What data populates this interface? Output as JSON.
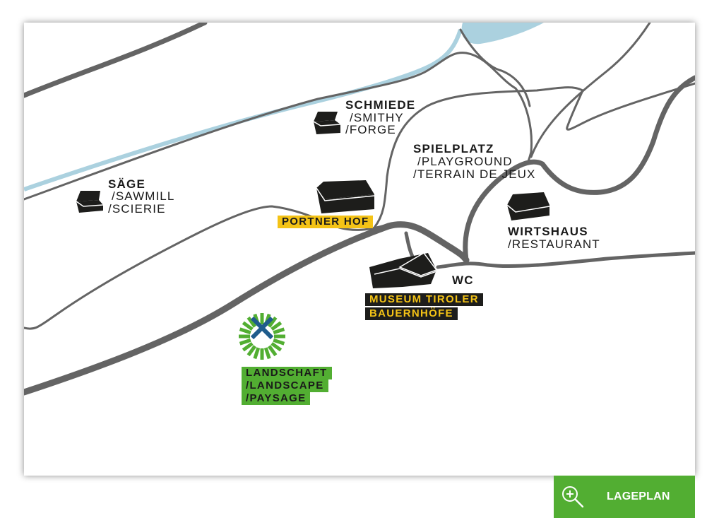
{
  "places": {
    "smithy": {
      "title": "SCHMIEDE",
      "en": "/SMITHY",
      "fr": "/FORGE"
    },
    "sawmill": {
      "title": "SÄGE",
      "en": "/SAWMILL",
      "fr": "/SCIERIE"
    },
    "playground": {
      "title": "SPIELPLATZ",
      "en": "/PLAYGROUND",
      "fr": "/TERRAIN DE JEUX"
    },
    "restaurant": {
      "title": "WIRTSHAUS",
      "en": "/RESTAURANT"
    },
    "wc": {
      "title": "WC"
    }
  },
  "tags": {
    "portner_hof": "PORTNER HOF",
    "museum_line1": "MUSEUM TIROLER",
    "museum_line2": "BAUERNHÖFE",
    "landscape_line1": "LANDSCHAFT",
    "landscape_line2": "/LANDSCAPE",
    "landscape_line3": "/PAYSAGE"
  },
  "button": {
    "label": "LAGEPLAN",
    "icon": "zoom-in-icon"
  },
  "colors": {
    "road": "#646464",
    "water": "#abd1df",
    "building": "#1d1d1b",
    "yellow": "#f4c316",
    "green": "#52ae32",
    "marker_x": "#1f5c8c"
  }
}
